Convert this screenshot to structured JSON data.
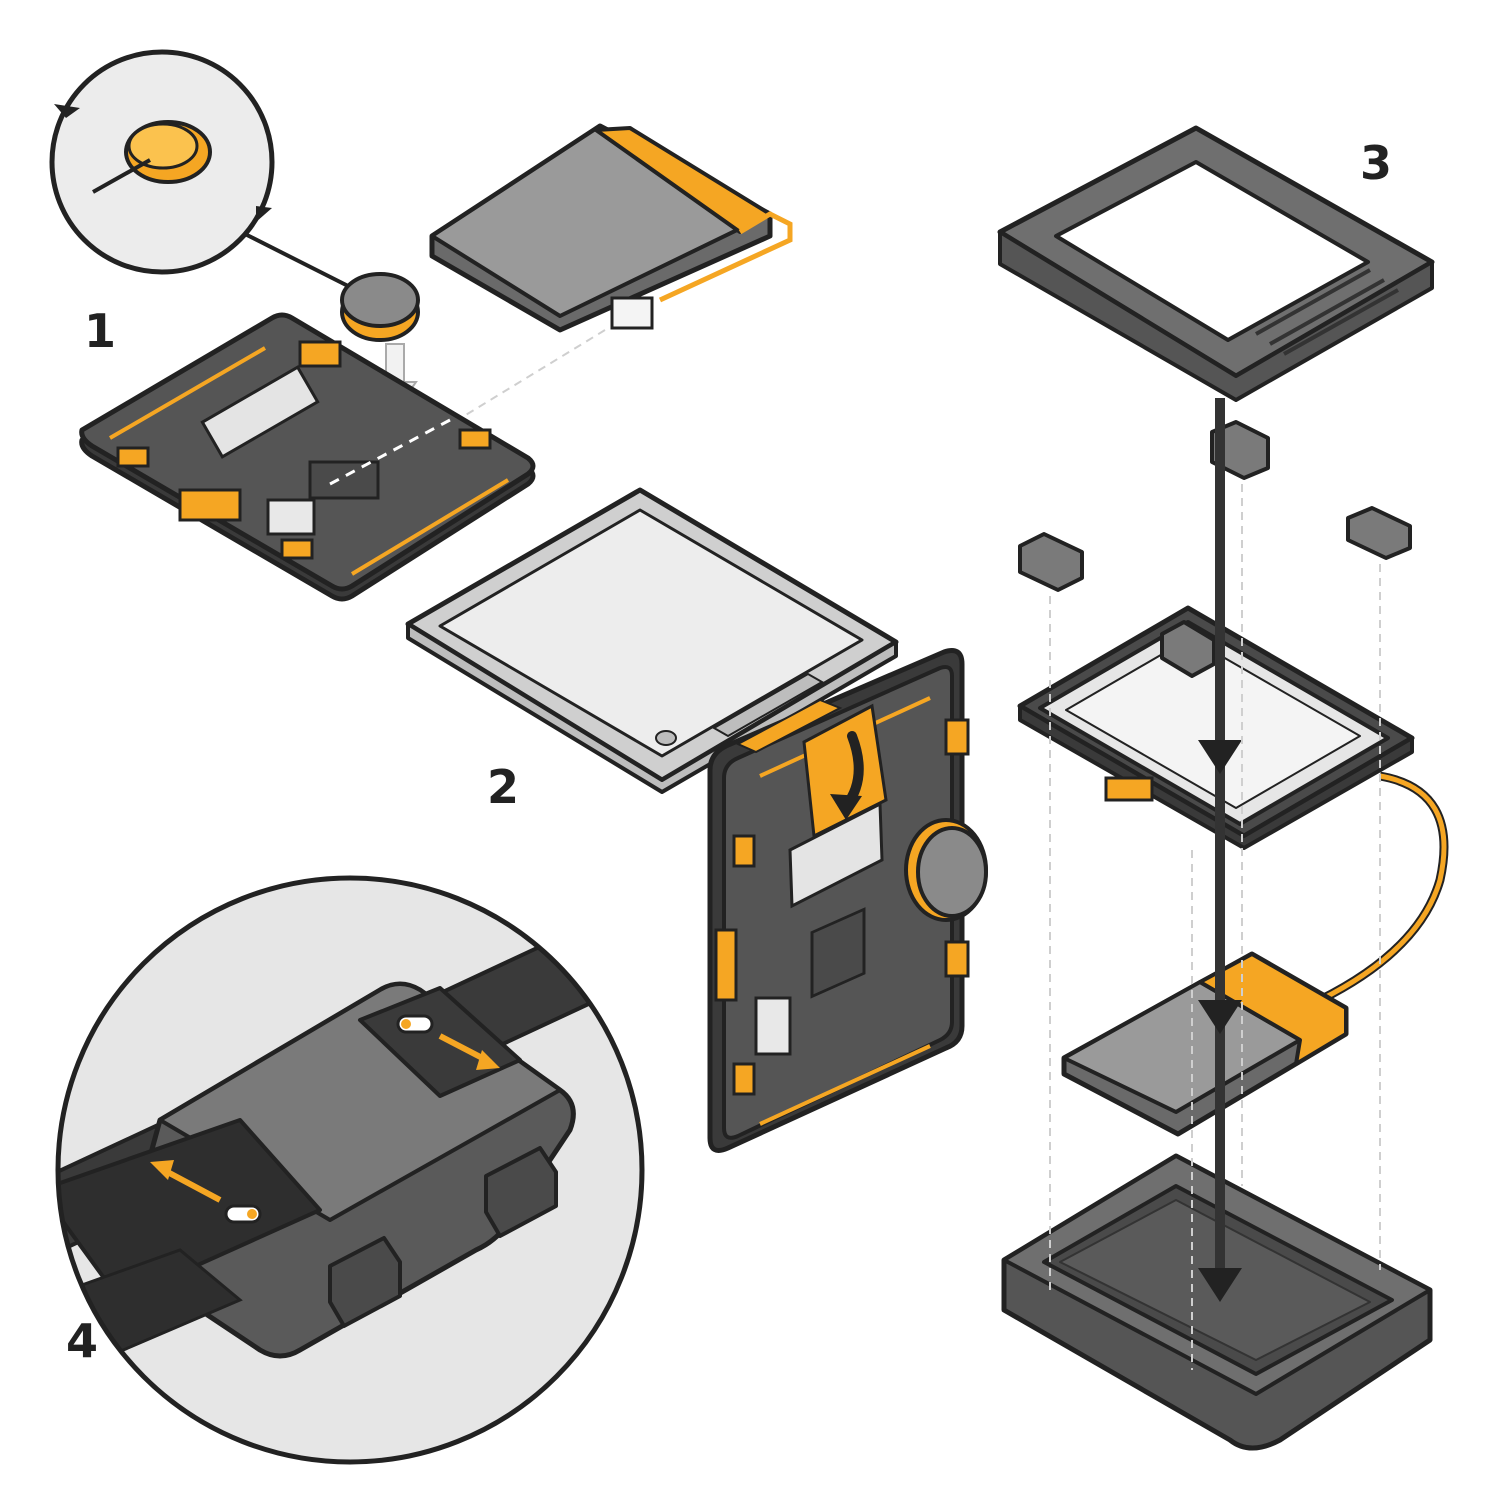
{
  "steps": [
    {
      "number": "1"
    },
    {
      "number": "2"
    },
    {
      "number": "3"
    },
    {
      "number": "4"
    }
  ],
  "colors": {
    "outline": "#222222",
    "board": "#4a4a4a",
    "board_dark": "#3a3a3a",
    "accent": "#f5a623",
    "accent_dark": "#d98b0a",
    "casing": "#6f6f6f",
    "casing_dark": "#555555",
    "screen_frame": "#d6d6d6",
    "screen": "#ececec",
    "battery": "#9a9a9a",
    "guide": "#c8c8c8",
    "background": "#ffffff"
  },
  "icons": [
    "rotate-arrows-icon",
    "down-arrow-icon",
    "curved-arrow-icon",
    "double-arrow-icon"
  ]
}
